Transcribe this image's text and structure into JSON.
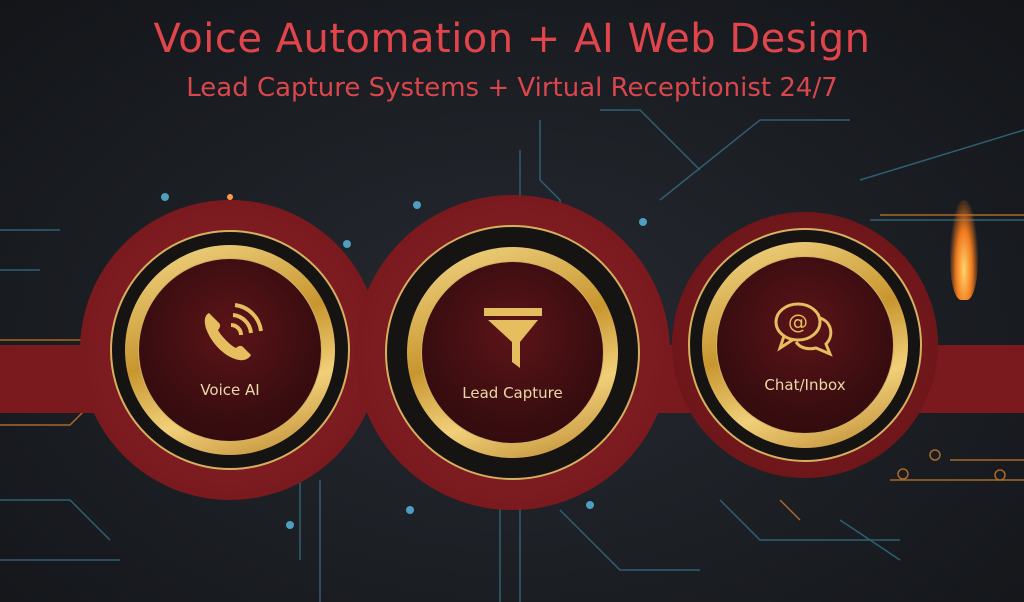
{
  "header": {
    "title": "Voice Automation + AI Web Design",
    "subtitle": "Lead Capture Systems + Virtual Receptionist 24/7"
  },
  "badges": [
    {
      "label": "Voice AI",
      "icon": "phone-signal-icon"
    },
    {
      "label": "Lead Capture",
      "icon": "funnel-icon"
    },
    {
      "label": "Chat/Inbox",
      "icon": "chat-at-icon"
    }
  ],
  "colors": {
    "title": "#e0454b",
    "gold": "#d9b460",
    "crimson": "#7a1a1f",
    "background": "#1a1d22",
    "circuit_blue": "#3a6f85",
    "circuit_orange": "#b8722e"
  }
}
